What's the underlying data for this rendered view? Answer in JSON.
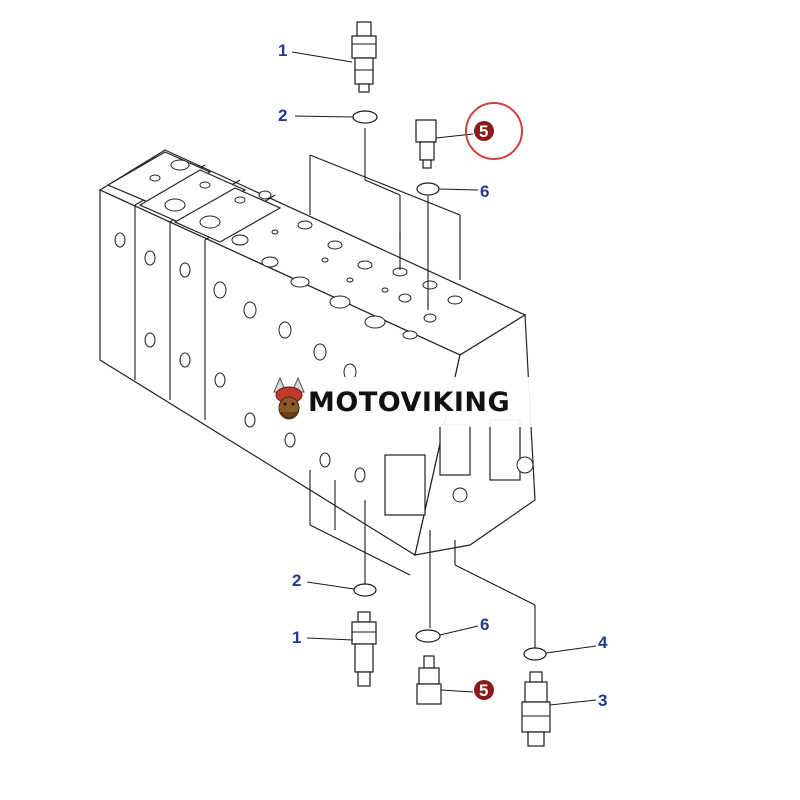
{
  "watermark": {
    "brand": "MOTOVIKING",
    "logo_icon": "viking-head-icon"
  },
  "callouts": [
    {
      "id": "c1-top",
      "label": "1"
    },
    {
      "id": "c2-top",
      "label": "2"
    },
    {
      "id": "c5-top",
      "label": "5",
      "highlighted": true,
      "circled": true
    },
    {
      "id": "c6-top",
      "label": "6"
    },
    {
      "id": "c2-bottom",
      "label": "2"
    },
    {
      "id": "c1-bottom",
      "label": "1"
    },
    {
      "id": "c6-bottom",
      "label": "6"
    },
    {
      "id": "c4-bottom",
      "label": "4"
    },
    {
      "id": "c5-bottom",
      "label": "5",
      "highlighted": true
    },
    {
      "id": "c3-bottom",
      "label": "3"
    }
  ],
  "colors": {
    "callout_text": "#1f3a93",
    "highlight_fill": "#8b1a1a",
    "highlight_ring": "#d04040",
    "line": "#1a1a1a"
  }
}
